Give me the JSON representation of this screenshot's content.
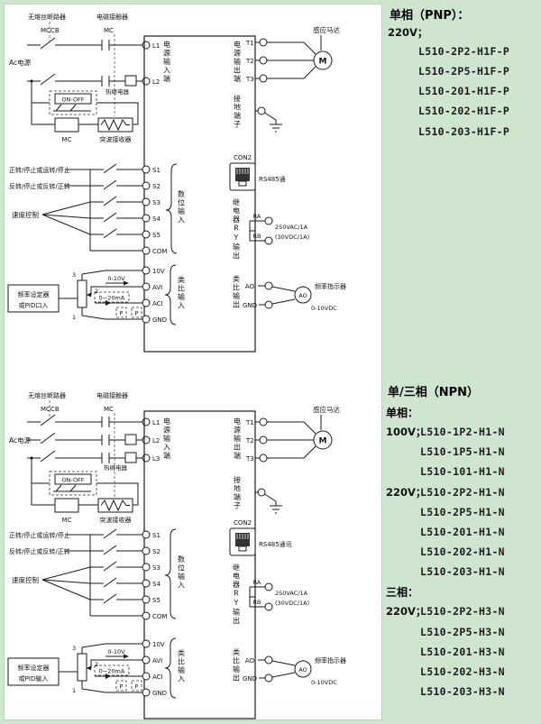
{
  "right_panel": {
    "pnp": {
      "title": "单相（PNP）：",
      "voltage": "220V；",
      "models": [
        "L510-2P2-H1F-P",
        "L510-2P5-H1F-P",
        "L510-201-H1F-P",
        "L510-202-H1F-P",
        "L510-203-H1F-P"
      ]
    },
    "npn": {
      "title": "单/三相（NPN）",
      "single_label": "单相：",
      "v100": "100V；",
      "v100_models": [
        "L510-1P2-H1-N",
        "L510-1P5-H1-N",
        "L510-101-H1-N"
      ],
      "v220": "220V；",
      "v220_models": [
        "L510-2P2-H1-N",
        "L510-2P5-H1-N",
        "L510-201-H1-N",
        "L510-202-H1-N",
        "L510-203-H1-N"
      ],
      "three_label": "三相：",
      "v220_3": "220V；",
      "v220_3_models": [
        "L510-2P2-H3-N",
        "L510-2P5-H3-N",
        "L510-201-H3-N",
        "L510-202-H3-N",
        "L510-203-H3-N"
      ]
    }
  },
  "diagram_top": {
    "breaker_label": "无熔丝断路器",
    "mccb": "MCCB",
    "contactor_label": "电磁接触器",
    "mc": "MC",
    "ac_power": "Ac电源",
    "thermal_relay": "热继电器",
    "on_off": "ON-OFF",
    "mc_coil": "MC",
    "surge": "突波接收器",
    "l1": "L1",
    "l2": "L2",
    "power_in": "电源输入端",
    "t1": "T1",
    "t2": "T2",
    "t3": "T3",
    "power_out": "电源输出端",
    "motor_label": "感应马达",
    "motor_m": "M",
    "ground_label": "接地端子",
    "fwd": "正转/停止或运转/停止",
    "rev": "反转/停止或反转/正转",
    "speed": "速度控制",
    "s1": "S1",
    "s2": "S2",
    "s3": "S3",
    "s4": "S4",
    "s5": "S5",
    "com": "COM",
    "digital_in": "数位输入",
    "con2": "CON2",
    "rs485": "RS485通",
    "relay_label": "继电器RY输出",
    "ra": "RA",
    "rb": "RB",
    "rating1": "250VAC/1A",
    "rating2": "(30VDC/1A)",
    "v10": "10V",
    "avi": "AVI",
    "aci": "ACI",
    "gnd": "GND",
    "analog_in": "类比输入",
    "pot3": "3",
    "pot2": "2",
    "pot1": "1",
    "range_v": "0-10V",
    "range_ma": "0~20mA",
    "p1": "P",
    "p2": "P",
    "freq_line1": "频率设定器",
    "freq_line2": "或PID口入",
    "analog_out": "类比输出",
    "ao": "AO",
    "gnd_out": "GND",
    "meter": "AO",
    "freq_indicator": "频率指示器",
    "vdc": "0-10VDC"
  },
  "diagram_bottom": {
    "breaker_label": "无熔丝断路器",
    "mccb": "MCCB",
    "contactor_label": "电磁接触器",
    "mc": "MC",
    "ac_power": "Ac电源",
    "thermal_relay": "热继电器",
    "on_off": "ON-OFF",
    "mc_coil": "MC",
    "surge": "突波接收器",
    "l1": "L1",
    "l2": "L2",
    "l3": "L3",
    "power_in": "电源输入端",
    "t1": "T1",
    "t2": "T2",
    "t3": "T3",
    "power_out": "电源输出端",
    "motor_label": "感应马达",
    "motor_m": "M",
    "ground_label": "接地端子",
    "fwd": "正转/停止或运转/停止",
    "rev": "反转/停止或反转/正转",
    "speed": "速度控制",
    "s1": "S1",
    "s2": "S2",
    "s3": "S3",
    "s4": "S4",
    "s5": "S5",
    "com": "COM",
    "digital_in": "数位输入",
    "con2": "CON2",
    "rs485": "RS485通讯",
    "relay_label": "继电器RY输出",
    "ra": "RA",
    "rb": "RB",
    "rating1": "250VAC/1A",
    "rating2": "(30VDC/1A)",
    "v10": "10V",
    "avi": "AVI",
    "aci": "ACI",
    "gnd": "GND",
    "analog_in": "类比输入",
    "pot3": "3",
    "pot2": "2",
    "pot1": "1",
    "range_v": "0-10V",
    "range_ma": "0~20mA",
    "p1": "P",
    "p2": "P",
    "freq_line1": "频率设定器",
    "freq_line2": "或PID输入",
    "analog_out": "类比输出",
    "ao": "AO",
    "gnd_out": "GND",
    "meter": "AO",
    "freq_indicator": "频率指示器",
    "vdc": "0-10VDC"
  }
}
